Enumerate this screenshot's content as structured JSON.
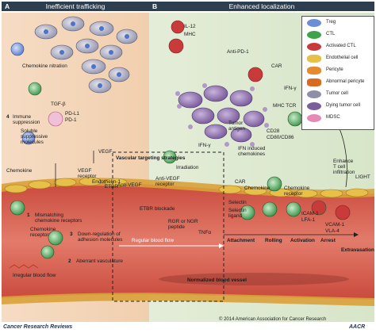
{
  "panels": {
    "a": {
      "letter": "A",
      "title": "Inefficient trafficking"
    },
    "b": {
      "letter": "B",
      "title": "Enhanced localization"
    }
  },
  "labels": {
    "chemokine_nitration": "Chemokine nitration",
    "tgf_beta": "TGF-β",
    "pd_l1": "PD-L1",
    "pd_1": "PD-1",
    "immune_num": "4",
    "immune_line1": "Immune",
    "immune_line2": "suppression",
    "soluble_line1": "Soluble",
    "soluble_line2": "suppressive",
    "soluble_line3": "molecules",
    "vegf": "VEGF",
    "vegf_receptor_1": "VEGF",
    "vegf_receptor_2": "receptor",
    "endothelin": "Endothelin-1",
    "etb_r": "ETBR",
    "chemokine_a": "Chemokine",
    "m1_num": "1",
    "m1_text": "Mismatching",
    "m1_text2": "chemokine receptors",
    "chemokine_receptor": "Chemokine",
    "chemokine_receptor2": "receptor",
    "m3_num": "3",
    "m3_text": "Down-regulation of",
    "m3_text2": "adhesion molecules",
    "m2_num": "2",
    "m2_text": "Aberrant vasculature",
    "irregular_flow": "Irregular blood flow",
    "il12": "IL-12",
    "mhc": "MHC",
    "anti_pd1": "Anti-PD-1",
    "car_top": "CAR",
    "ifn_gamma_1": "IFN-γ",
    "mhc_tcr": "MHC TCR",
    "tumor_antigen_1": "Tumor",
    "tumor_antigen_2": "antigen",
    "cd28": "CD28",
    "cd80": "CD80/CD86",
    "ifn_gamma_2": "IFN-γ",
    "ifn_induced_1": "IFN induced",
    "ifn_induced_2": "chemokines",
    "car_mid": "CAR",
    "chemokine_b": "Chemokine",
    "chemokine_receptor_b1": "Chemokine",
    "chemokine_receptor_b2": "receptor",
    "vts_title": "Vascular targeting strategies",
    "irradiation": "Irradiation",
    "anti_vegf": "Anti-VEGF",
    "anti_vegf_receptor1": "Anti-VEGF",
    "anti_vegf_receptor2": "receptor",
    "etbr_blockade": "ETBR blockade",
    "rgr_1": "RGR or NGR",
    "rgr_2": "peptide",
    "tnf": "TNFα",
    "regular_flow": "Regular blood flow",
    "normalized_vessel": "Normalized blood vessel",
    "light": "LIGHT",
    "enhance_1": "Enhance",
    "enhance_2": "T cell",
    "enhance_3": "infiltration",
    "selectin": "Selectin",
    "selectin_ligand_1": "Selectin",
    "selectin_ligand_2": "ligand",
    "icam": "ICAM-1",
    "lfa": "LFA-1",
    "vcam": "VCAM-1",
    "vla": "VLA-4",
    "step_attachment": "Attachment",
    "step_rolling": "Rolling",
    "step_activation": "Activation",
    "step_arrest": "Arrest",
    "step_extravasation": "Extravasation"
  },
  "legend": [
    {
      "label": "Treg",
      "color": "#6a8fd6",
      "icon": "treg-cell-icon"
    },
    {
      "label": "CTL",
      "color": "#3fa34d",
      "icon": "ctl-cell-icon"
    },
    {
      "label": "Activated CTL",
      "color": "#c93a3a",
      "icon": "activated-ctl-cell-icon"
    },
    {
      "label": "Endothelial cell",
      "color": "#e7c04a",
      "icon": "endothelial-cell-icon"
    },
    {
      "label": "Pericyte",
      "color": "#e58a2f",
      "icon": "pericyte-icon"
    },
    {
      "label": "Abnormal pericyte",
      "color": "#d96a1f",
      "icon": "abnormal-pericyte-icon"
    },
    {
      "label": "Tumor cell",
      "color": "#8e8fa6",
      "icon": "tumor-cell-icon"
    },
    {
      "label": "Dying tumor cell",
      "color": "#7d5e9c",
      "icon": "dying-tumor-cell-icon"
    },
    {
      "label": "MDSC",
      "color": "#e58ab5",
      "icon": "mdsc-icon"
    }
  ],
  "footer": {
    "left": "Cancer Research Reviews",
    "right": "© 2014 American Association for Cancer Research",
    "logo": "AACR"
  }
}
